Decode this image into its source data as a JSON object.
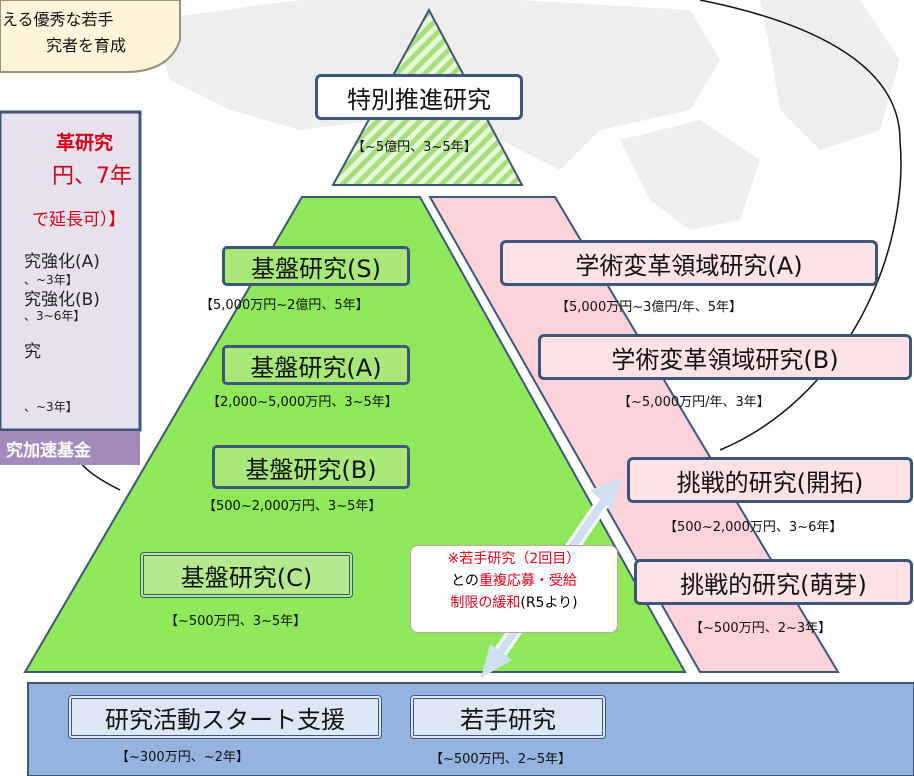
{
  "top_bubble": {
    "line1": "える優秀な若手",
    "line2": "究者を育成"
  },
  "left_panel": {
    "title": "革研究",
    "amount": "円、7年",
    "extension": "で延長可）】",
    "items": [
      {
        "label": "究強化(A)",
        "sub": "、~3年】"
      },
      {
        "label": "究強化(B)",
        "sub": "、3~6年】"
      },
      {
        "label": "究",
        "sub": "、~3年】"
      }
    ],
    "fund_label": "究加速基金"
  },
  "pyramid": {
    "special": {
      "label": "特別推進研究",
      "sub": "【~5億円、3~5年】"
    },
    "kiban_s": {
      "label": "基盤研究(S)",
      "sub": "【5,000万円~2億円、5年】"
    },
    "kiban_a": {
      "label": "基盤研究(A)",
      "sub": "【2,000~5,000万円、3~5年】"
    },
    "kiban_b": {
      "label": "基盤研究(B)",
      "sub": "【500~2,000万円、3~5年】"
    },
    "kiban_c": {
      "label": "基盤研究(C)",
      "sub": "【~500万円、3~5年】"
    }
  },
  "transformative": {
    "a": {
      "label": "学術変革領域研究(A)",
      "sub": "【5,000万円~3億円/年、5年】"
    },
    "b": {
      "label": "学術変革領域研究(B)",
      "sub": "【~5,000万円/年、3年】"
    }
  },
  "challenging": {
    "pioneering": {
      "label": "挑戦的研究(開拓)",
      "sub": "【500~2,000万円、3~6年】"
    },
    "exploratory": {
      "label": "挑戦的研究(萌芽)",
      "sub": "【~500万円、2~3年】"
    }
  },
  "note": {
    "line1": "※若手研究（2回目）",
    "line2_pre": "との",
    "line2_em": "重複応募・受給",
    "line3_em": "制限の緩和",
    "line3_post": "(R5より)"
  },
  "bottom": {
    "start": {
      "label": "研究活動スタート支援",
      "sub": "【~300万円、~2年】"
    },
    "young": {
      "label": "若手研究",
      "sub": "【~500万円、2~5年】"
    }
  },
  "colors": {
    "border": "#3d5679",
    "green": "#8ee85a",
    "pink": "#fcd3da",
    "blue": "#95b3df",
    "red": "#e0001b",
    "purple": "#a38bbd"
  }
}
